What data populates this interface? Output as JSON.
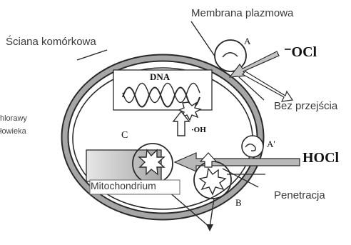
{
  "labels": {
    "membrane": "Membrana plazmowa",
    "cell_wall": "Ściana komórkowa",
    "left_line1": "hlorawy",
    "left_line2": "łowieka",
    "no_passage": "Bez przejścia",
    "penetration": "Penetracja",
    "mitochondrion": "Mitochondrium",
    "dna": "DNA",
    "oh": "·OH",
    "ocl": "⁻OCl",
    "hocl": "HOCl",
    "site_a": "A",
    "site_a_prime": "A'",
    "site_b": "B",
    "site_c": "C"
  },
  "colors": {
    "outline": "#2a2a2a",
    "cell_ring": "#9a9a9a",
    "arrow_fill": "#b8b8b8",
    "mito_fill": "#c8c8c8"
  }
}
